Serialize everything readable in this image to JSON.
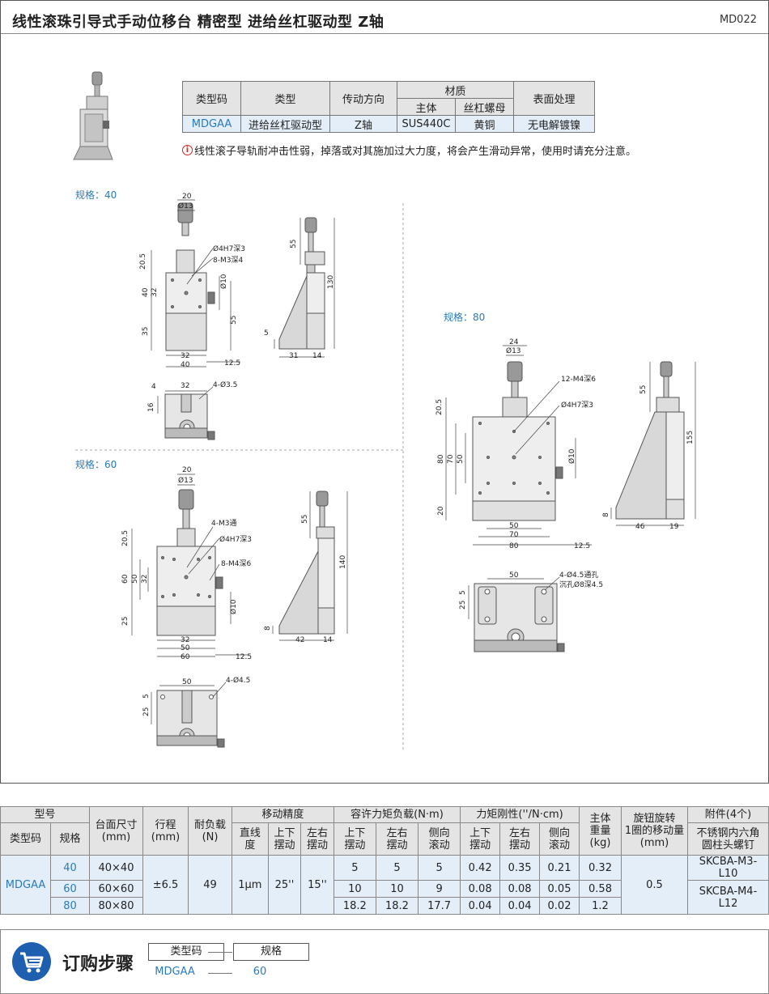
{
  "header": {
    "title": "线性滚珠引导式手动位移台  精密型  进给丝杠驱动型  Z轴",
    "code": "MD022"
  },
  "summary_table": {
    "headers": {
      "type_code": "类型码",
      "type": "类型",
      "direction": "传动方向",
      "material": "材质",
      "material_body": "主体",
      "material_nut": "丝杠螺母",
      "surface": "表面处理"
    },
    "row": {
      "type_code": "MDGAA",
      "type": "进给丝杠驱动型",
      "direction": "Z轴",
      "body": "SUS440C",
      "nut": "黄铜",
      "surface": "无电解镀镍"
    }
  },
  "note": "线性滚子导轨耐冲击性弱，掉落或对其施加过大力度，将会产生滑动异常，使用时请充分注意。",
  "specs": {
    "s40": {
      "label": "规格：40",
      "dims": {
        "w20": "20",
        "d13": "Ø13",
        "a205": "20.5",
        "h40": "40",
        "h32": "32",
        "h35": "35",
        "hole": "Ø4H7深3",
        "tap": "8-M3深4",
        "d10": "Ø10",
        "h55": "55",
        "b32": "32",
        "b40": "40",
        "b125": "12.5",
        "s55": "55",
        "s130": "130",
        "s5": "5",
        "s31": "31",
        "s14": "14",
        "t4": "4",
        "t32": "32",
        "t35": "4-Ø3.5",
        "t16": "16"
      }
    },
    "s60": {
      "label": "规格：60",
      "dims": {
        "w20": "20",
        "d13": "Ø13",
        "thru": "4-M3通",
        "hole": "Ø4H7深3",
        "tap": "8-M4深6",
        "a205": "20.5",
        "h60": "60",
        "h50": "50",
        "h32": "32",
        "h25": "25",
        "d10": "Ø10",
        "b32": "32",
        "b50": "50",
        "b60": "60",
        "b125": "12.5",
        "s55": "55",
        "s140": "140",
        "s8": "8",
        "s42": "42",
        "s14": "14",
        "t50": "50",
        "t5": "5",
        "t25": "25",
        "t45": "4-Ø4.5"
      }
    },
    "s80": {
      "label": "规格：80",
      "dims": {
        "w24": "24",
        "d13": "Ø13",
        "tap": "12-M4深6",
        "hole": "Ø4H7深3",
        "a205": "20.5",
        "h80": "80",
        "h70": "70",
        "h50": "50",
        "h20": "20",
        "d10": "Ø10",
        "b50": "50",
        "b70": "70",
        "b80": "80",
        "b125": "12.5",
        "s55": "55",
        "s155": "155",
        "s8": "8",
        "s46": "46",
        "s19": "19",
        "t50": "50",
        "t5": "5",
        "t25": "25",
        "t45a": "4-Ø4.5通孔",
        "t45b": "沉孔Ø8深4.5"
      }
    }
  },
  "spec_table": {
    "h": {
      "model": "型号",
      "type_code": "类型码",
      "size": "规格",
      "table_size": "台面尺寸",
      "table_size_unit": "(mm)",
      "stroke": "行程",
      "stroke_unit": "(mm)",
      "load": "耐负载",
      "load_unit": "(N)",
      "accuracy": "移动精度",
      "straight": "直线",
      "straight2": "度",
      "pitch": "上下",
      "pitch2": "摆动",
      "yaw": "左右",
      "yaw2": "摆动",
      "moment": "容许力矩负载(N·m)",
      "m_ud": "上下",
      "m_ud2": "摆动",
      "m_lr": "左右",
      "m_lr2": "摆动",
      "m_roll": "侧向",
      "m_roll2": "滚动",
      "rigidity": "力矩刚性(''/N·cm)",
      "r_ud": "上下",
      "r_ud2": "摆动",
      "r_lr": "左右",
      "r_lr2": "摆动",
      "r_roll": "侧向",
      "r_roll2": "滚动",
      "weight": "主体",
      "weight2": "重量",
      "weight3": "(kg)",
      "knob": "旋钮旋转",
      "knob2": "1圈的移动量",
      "knob3": "(mm)",
      "acc": "附件(4个)",
      "acc2": "不锈钢内六角",
      "acc3": "圆柱头螺钉"
    },
    "type_code": "MDGAA",
    "stroke": "±6.5",
    "load": "49",
    "straight": "1μm",
    "pitch": "25''",
    "yaw": "15''",
    "knob": "0.5",
    "rows": [
      {
        "size": "40",
        "table": "40×40",
        "m_ud": "5",
        "m_lr": "5",
        "m_roll": "5",
        "r_ud": "0.42",
        "r_lr": "0.35",
        "r_roll": "0.21",
        "weight": "0.32",
        "acc": "SKCBA-M3-L10"
      },
      {
        "size": "60",
        "table": "60×60",
        "m_ud": "10",
        "m_lr": "10",
        "m_roll": "9",
        "r_ud": "0.08",
        "r_lr": "0.08",
        "r_roll": "0.05",
        "weight": "0.58",
        "acc": "SKCBA-M4-L12"
      },
      {
        "size": "80",
        "table": "80×80",
        "m_ud": "18.2",
        "m_lr": "18.2",
        "m_roll": "17.7",
        "r_ud": "0.04",
        "r_lr": "0.04",
        "r_roll": "0.02",
        "weight": "1.2"
      }
    ]
  },
  "order": {
    "title": "订购步骤",
    "label1": "类型码",
    "label2": "规格",
    "value1": "MDGAA",
    "value2": "60"
  },
  "colors": {
    "accent": "#2a7ab8",
    "cell": "#e4eef8",
    "header": "#e4e4e4",
    "cart": "#1f5fb0"
  }
}
